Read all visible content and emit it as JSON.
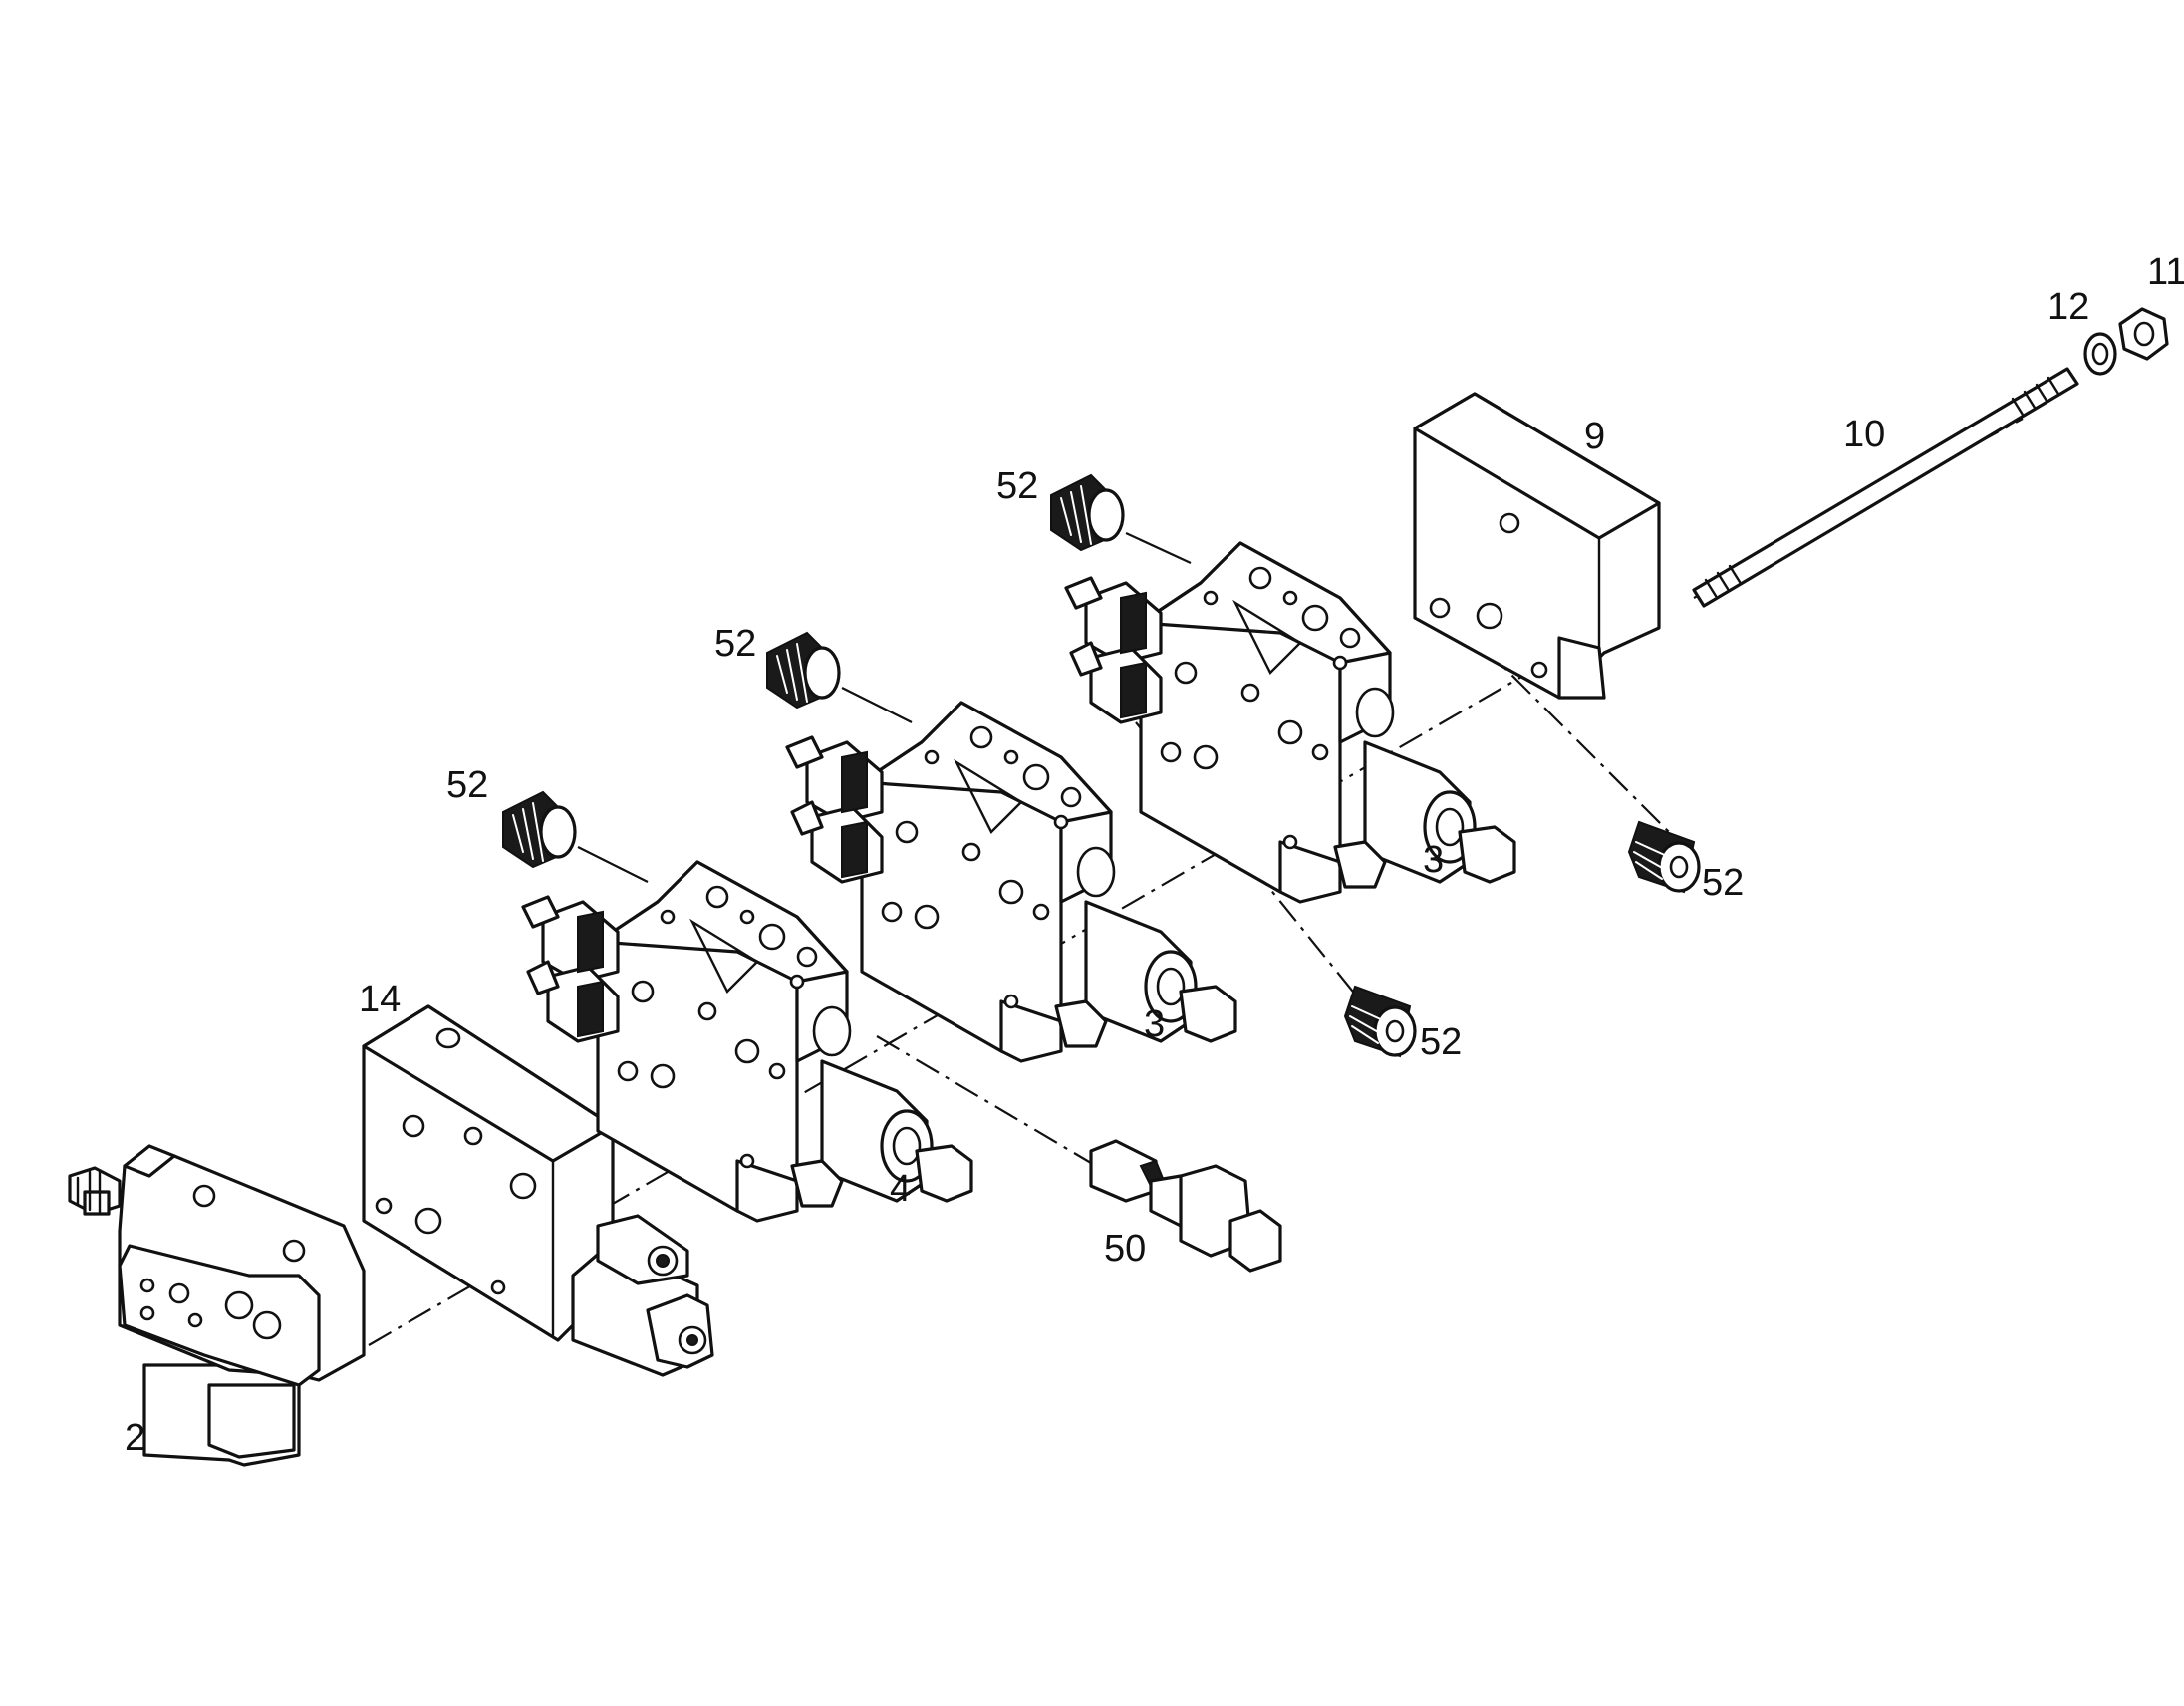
{
  "diagram": {
    "callouts": {
      "c2": "2",
      "c14": "14",
      "c4": "4",
      "c50": "50",
      "c3a": "3",
      "c3b": "3",
      "c9": "9",
      "c10": "10",
      "c11": "11",
      "c12": "12",
      "c52a": "52",
      "c52b": "52",
      "c52c": "52",
      "c52d": "52",
      "c52e": "52"
    }
  }
}
